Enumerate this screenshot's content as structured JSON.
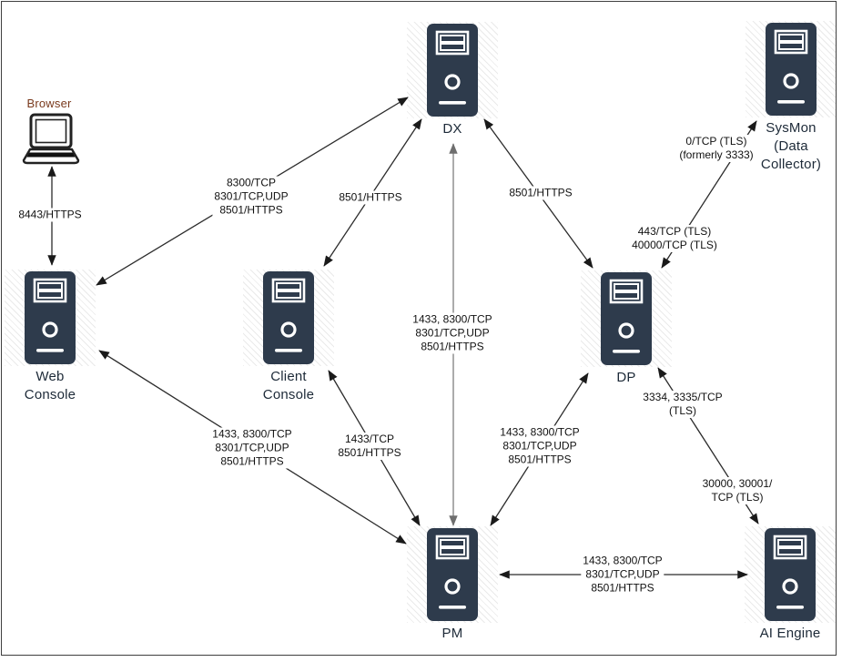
{
  "diagram": {
    "colors": {
      "server_fill": "#2e3b4c",
      "node_label": "#1d2a38",
      "browser_label": "#7a3a1d",
      "edge_line": "#2b2b2b",
      "edge_line_gray": "#7f7f7f",
      "port_label": "#111111",
      "frame_border": "#3f3f3f"
    },
    "nodes": [
      {
        "id": "browser",
        "type": "laptop",
        "label_lines": [
          "Browser"
        ]
      },
      {
        "id": "web-console",
        "type": "server",
        "label_lines": [
          "Web",
          "Console"
        ]
      },
      {
        "id": "client-console",
        "type": "server",
        "label_lines": [
          "Client",
          "Console"
        ]
      },
      {
        "id": "dx",
        "type": "server",
        "label_lines": [
          "DX"
        ]
      },
      {
        "id": "sysmon",
        "type": "server",
        "label_lines": [
          "SysMon",
          "(Data",
          "Collector)"
        ]
      },
      {
        "id": "dp",
        "type": "server",
        "label_lines": [
          "DP"
        ]
      },
      {
        "id": "pm",
        "type": "server",
        "label_lines": [
          "PM"
        ]
      },
      {
        "id": "ai-engine",
        "type": "server",
        "label_lines": [
          "AI Engine"
        ]
      }
    ],
    "edges": [
      {
        "id": "browser-web-console",
        "from": "browser",
        "to": "web-console",
        "bidirectional": true,
        "labels": [
          [
            "8443/HTTPS"
          ]
        ]
      },
      {
        "id": "web-console-dx",
        "from": "web-console",
        "to": "dx",
        "bidirectional": true,
        "labels": [
          [
            "8300/TCP",
            "8301/TCP,UDP",
            "8501/HTTPS"
          ]
        ]
      },
      {
        "id": "client-console-dx",
        "from": "client-console",
        "to": "dx",
        "bidirectional": true,
        "labels": [
          [
            "8501/HTTPS"
          ]
        ]
      },
      {
        "id": "dx-dp",
        "from": "dx",
        "to": "dp",
        "bidirectional": true,
        "labels": [
          [
            "8501/HTTPS"
          ]
        ]
      },
      {
        "id": "dx-pm",
        "from": "dx",
        "to": "pm",
        "bidirectional": true,
        "labels": [
          [
            "1433, 8300/TCP",
            "8301/TCP,UDP",
            "8501/HTTPS"
          ]
        ]
      },
      {
        "id": "web-console-pm",
        "from": "web-console",
        "to": "pm",
        "bidirectional": true,
        "labels": [
          [
            "1433, 8300/TCP",
            "8301/TCP,UDP",
            "8501/HTTPS"
          ]
        ]
      },
      {
        "id": "client-console-pm",
        "from": "client-console",
        "to": "pm",
        "bidirectional": true,
        "labels": [
          [
            "1433/TCP",
            "8501/HTTPS"
          ]
        ]
      },
      {
        "id": "dp-pm",
        "from": "dp",
        "to": "pm",
        "bidirectional": true,
        "labels": [
          [
            "1433, 8300/TCP",
            "8301/TCP,UDP",
            "8501/HTTPS"
          ]
        ]
      },
      {
        "id": "dp-sysmon",
        "from": "dp",
        "to": "sysmon",
        "bidirectional": true,
        "labels": [
          [
            "0/TCP (TLS)",
            "(formerly 3333)"
          ],
          [
            "443/TCP (TLS)",
            "40000/TCP (TLS)"
          ]
        ]
      },
      {
        "id": "dp-ai-engine",
        "from": "dp",
        "to": "ai-engine",
        "bidirectional": true,
        "labels": [
          [
            "3334, 3335/TCP",
            "(TLS)"
          ],
          [
            "30000, 30001/",
            "TCP (TLS)"
          ]
        ]
      },
      {
        "id": "pm-ai-engine",
        "from": "pm",
        "to": "ai-engine",
        "bidirectional": true,
        "labels": [
          [
            "1433, 8300/TCP",
            "8301/TCP,UDP",
            "8501/HTTPS"
          ]
        ]
      }
    ]
  }
}
